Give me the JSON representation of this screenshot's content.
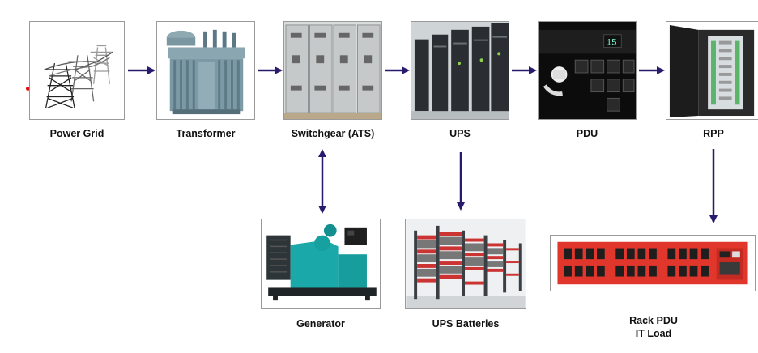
{
  "nodes": {
    "power_grid": {
      "label": "Power Grid",
      "icon": "power-tower-icon"
    },
    "transformer": {
      "label": "Transformer",
      "icon": "transformer-icon"
    },
    "switchgear": {
      "label": "Switchgear (ATS)",
      "icon": "switchgear-cabinet-icon"
    },
    "ups": {
      "label": "UPS",
      "icon": "ups-server-rack-icon"
    },
    "pdu": {
      "label": "PDU",
      "icon": "pdu-outlet-icon"
    },
    "rpp": {
      "label": "RPP",
      "icon": "rpp-cabinet-icon"
    },
    "generator": {
      "label": "Generator",
      "icon": "generator-icon"
    },
    "ups_batteries": {
      "label": "UPS Batteries",
      "icon": "battery-rack-icon"
    },
    "rack_pdu": {
      "label_line1": "Rack PDU",
      "label_line2": "IT Load",
      "icon": "rack-pdu-icon"
    }
  },
  "colors": {
    "arrow": "#2a1a6e",
    "rack_pdu_red": "#e0362c",
    "transformer": "#7c9aa6",
    "generator": "#1aa8a8"
  }
}
